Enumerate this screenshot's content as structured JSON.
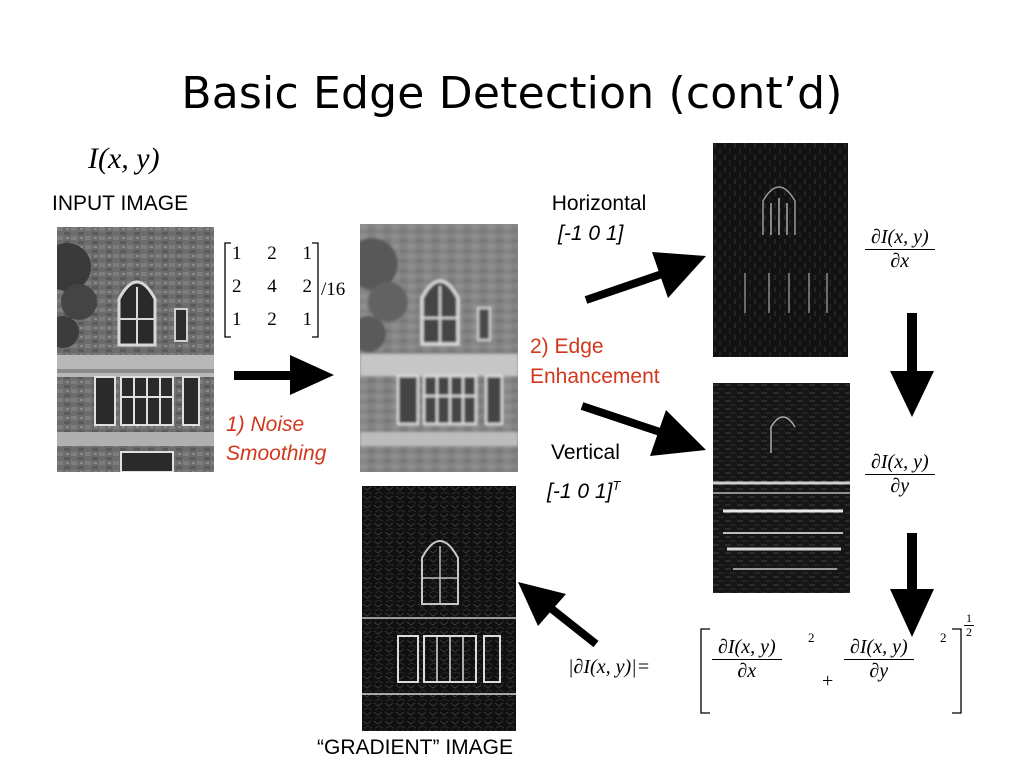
{
  "slide": {
    "title": "Basic Edge Detection (cont’d)",
    "input_math": "I(x, y)",
    "input_label": "INPUT IMAGE",
    "kernel": {
      "rows": [
        [
          "1",
          "2",
          "1"
        ],
        [
          "2",
          "4",
          "2"
        ],
        [
          "1",
          "2",
          "1"
        ]
      ],
      "divisor": "/16"
    },
    "step1": {
      "line1": "1) Noise",
      "line2": "Smoothing"
    },
    "step2": {
      "line1": "2) Edge",
      "line2": "Enhancement"
    },
    "horizontal": {
      "label": "Horizontal",
      "kernel": "[-1 0 1]"
    },
    "vertical": {
      "label": "Vertical",
      "kernel": "[-1 0 1]",
      "sup": "T"
    },
    "dx": {
      "num": "∂I(x, y)",
      "den": "∂x"
    },
    "dy": {
      "num": "∂I(x, y)",
      "den": "∂y"
    },
    "gradient_formula": {
      "lhs": "|∂I(x, y)|=",
      "term1_num": "∂I(x, y)",
      "term1_den": "∂x",
      "plus": "+",
      "term2_num": "∂I(x, y)",
      "term2_den": "∂y",
      "square": "2",
      "exp_num": "1",
      "exp_den": "2"
    },
    "gradient_label": "“GRADIENT” IMAGE"
  },
  "colors": {
    "red_label": "#d2371b",
    "arrow": "#000000"
  }
}
